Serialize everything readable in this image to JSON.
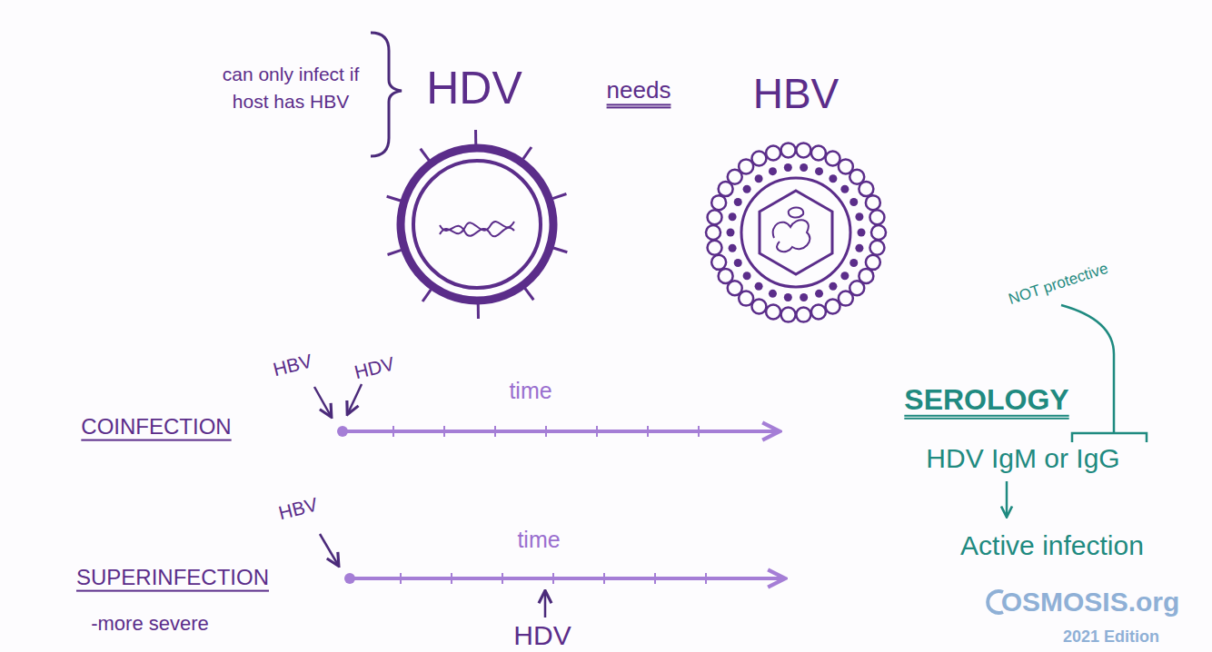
{
  "diagram": {
    "labels": [
      "can only infect if host has HBV",
      "HDV",
      "needs",
      "HBV",
      "NOT protective",
      "HBV",
      "HDV",
      "time",
      "COINFECTION",
      "SEROLOGY",
      "HDV IgM or IgG",
      "HBV",
      "time",
      "SUPERINFECTION",
      "Active infection",
      "-more severe",
      "HDV",
      "OSMOSIS.org",
      "2021 Edition"
    ]
  }
}
